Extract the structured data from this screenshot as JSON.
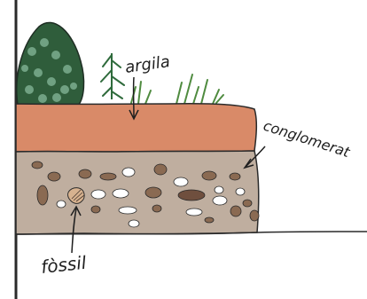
{
  "labels": {
    "clay": "argila",
    "conglomerate": "conglomerat",
    "fossil": "fòssil"
  },
  "colors": {
    "paper": "#ffffff",
    "clay_layer": "#d98a68",
    "conglomerate_layer": "#bfae9f",
    "pebble": "#8a6a52",
    "pebble_light": "#ffffff",
    "vegetation": "#3f6f48",
    "grass": "#4f8b3f",
    "ink": "#1f1f1f"
  },
  "layers": [
    "clay",
    "conglomerate"
  ]
}
